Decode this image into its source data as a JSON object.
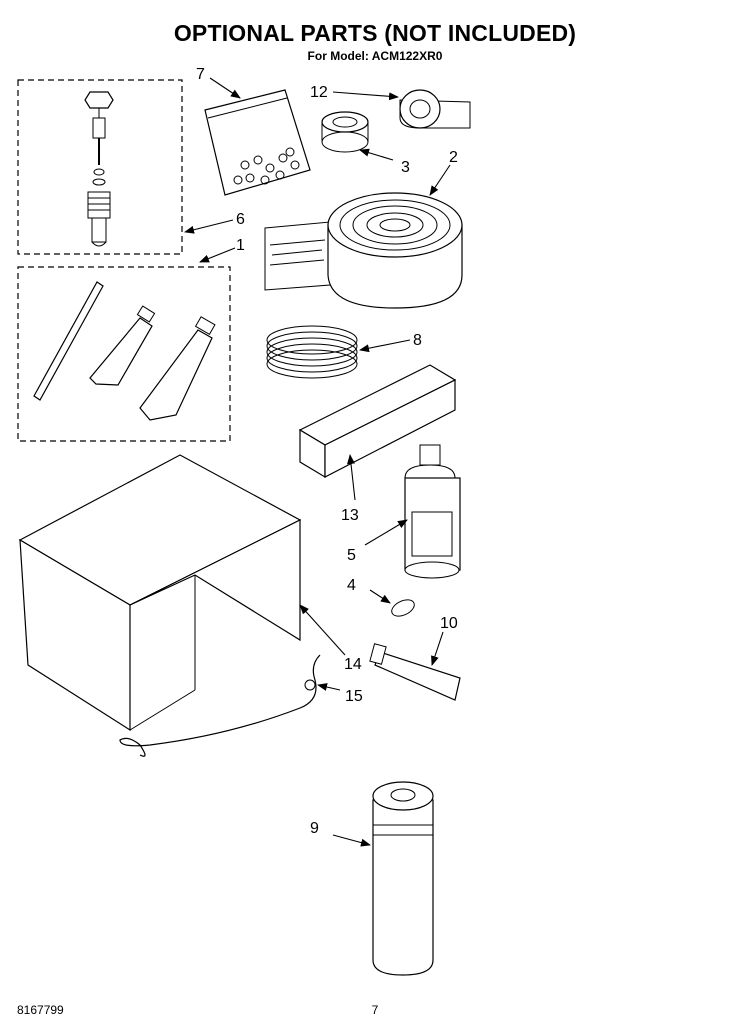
{
  "header": {
    "title": "OPTIONAL PARTS (NOT INCLUDED)",
    "subtitle": "For Model: ACM122XR0"
  },
  "callouts": [
    "7",
    "12",
    "3",
    "2",
    "6",
    "1",
    "8",
    "13",
    "5",
    "4",
    "10",
    "14",
    "15",
    "9"
  ],
  "footer": {
    "doc_number": "8167799",
    "page_number": "7"
  }
}
